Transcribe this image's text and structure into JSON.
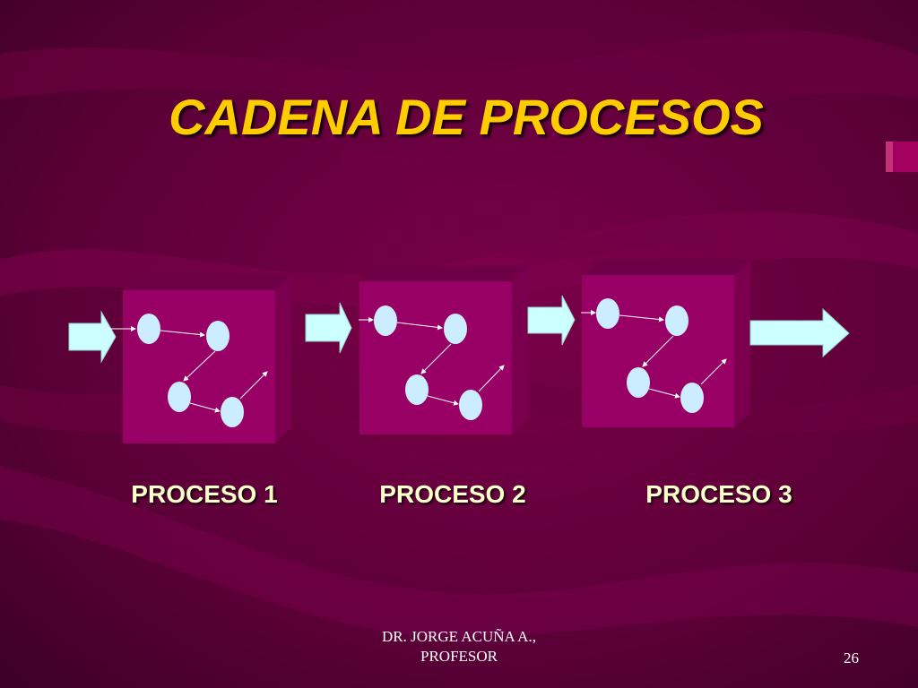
{
  "slide": {
    "title": "CADENA DE PROCESOS",
    "processes": [
      {
        "label": "PROCESO 1"
      },
      {
        "label": "PROCESO 2"
      },
      {
        "label": "PROCESO 3"
      }
    ],
    "footer": {
      "author_line1": "DR. JORGE ACUÑA A.,",
      "author_line2": "PROFESOR"
    },
    "page_number": "26"
  },
  "colors": {
    "background": "#4a0030",
    "title": "#ffcc00",
    "labels": "#ffffcc",
    "footer": "#ffffff",
    "box_front": "#990066",
    "box_top": "#6e0047",
    "box_side": "#7a004f",
    "arrow_fill": "#ccffff",
    "node_fill": "#ccecff"
  }
}
